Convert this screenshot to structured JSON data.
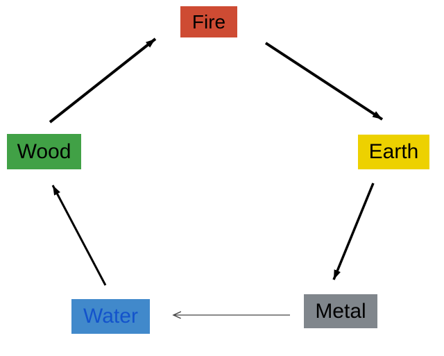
{
  "diagram": {
    "type": "cycle-diagram",
    "nodes": [
      {
        "id": "fire",
        "label": "Fire",
        "bg": "#CE4B33",
        "text_color": "#000000"
      },
      {
        "id": "earth",
        "label": "Earth",
        "bg": "#EDD100",
        "text_color": "#000000"
      },
      {
        "id": "metal",
        "label": "Metal",
        "bg": "#80868C",
        "text_color": "#000000"
      },
      {
        "id": "water",
        "label": "Water",
        "bg": "#4189CB",
        "text_color": "#1353CB"
      },
      {
        "id": "wood",
        "label": "Wood",
        "bg": "#41A146",
        "text_color": "#000000"
      }
    ],
    "arrows": [
      {
        "from": "wood",
        "to": "fire",
        "style": "thick"
      },
      {
        "from": "fire",
        "to": "earth",
        "style": "thick"
      },
      {
        "from": "earth",
        "to": "metal",
        "style": "thick"
      },
      {
        "from": "metal",
        "to": "water",
        "style": "thin"
      },
      {
        "from": "water",
        "to": "wood",
        "style": "thick"
      }
    ],
    "colors": {
      "thick_arrow": "#000000",
      "thin_arrow": "#444444",
      "background": "#ffffff"
    }
  }
}
